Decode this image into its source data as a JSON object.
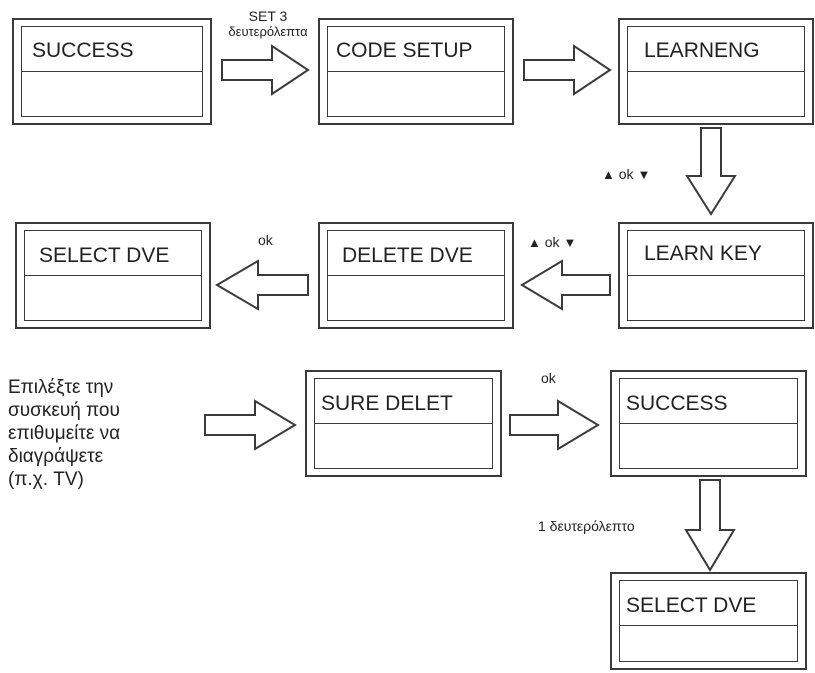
{
  "screens": {
    "s1": "SUCCESS",
    "s2": "CODE SETUP",
    "s3": "LEARNENG",
    "s4": "LEARN KEY",
    "s5": "DELETE DVE",
    "s6": "SELECT DVE",
    "s7": "SURE DELET",
    "s8": "SUCCESS",
    "s9": "SELECT DVE"
  },
  "notes": {
    "set_line1": "SET 3",
    "set_line2": "δευτερόλεπτα",
    "ok_text": "ok",
    "ok_learn": "ok",
    "ok_delete": "ok",
    "ok_select": "ok",
    "ok_sure": "ok",
    "one_second": "1 δευτερόλεπτο"
  },
  "description": {
    "line1": "Επιλέξτε την",
    "line2": "συσκευή που",
    "line3": "επιθυμείτε να",
    "line4": "διαγράψετε",
    "line5": "(π.χ. TV)"
  },
  "icons": {
    "up": "▲",
    "down": "▼"
  },
  "colors": {
    "line": "#3a3a3a",
    "text": "#222222"
  }
}
